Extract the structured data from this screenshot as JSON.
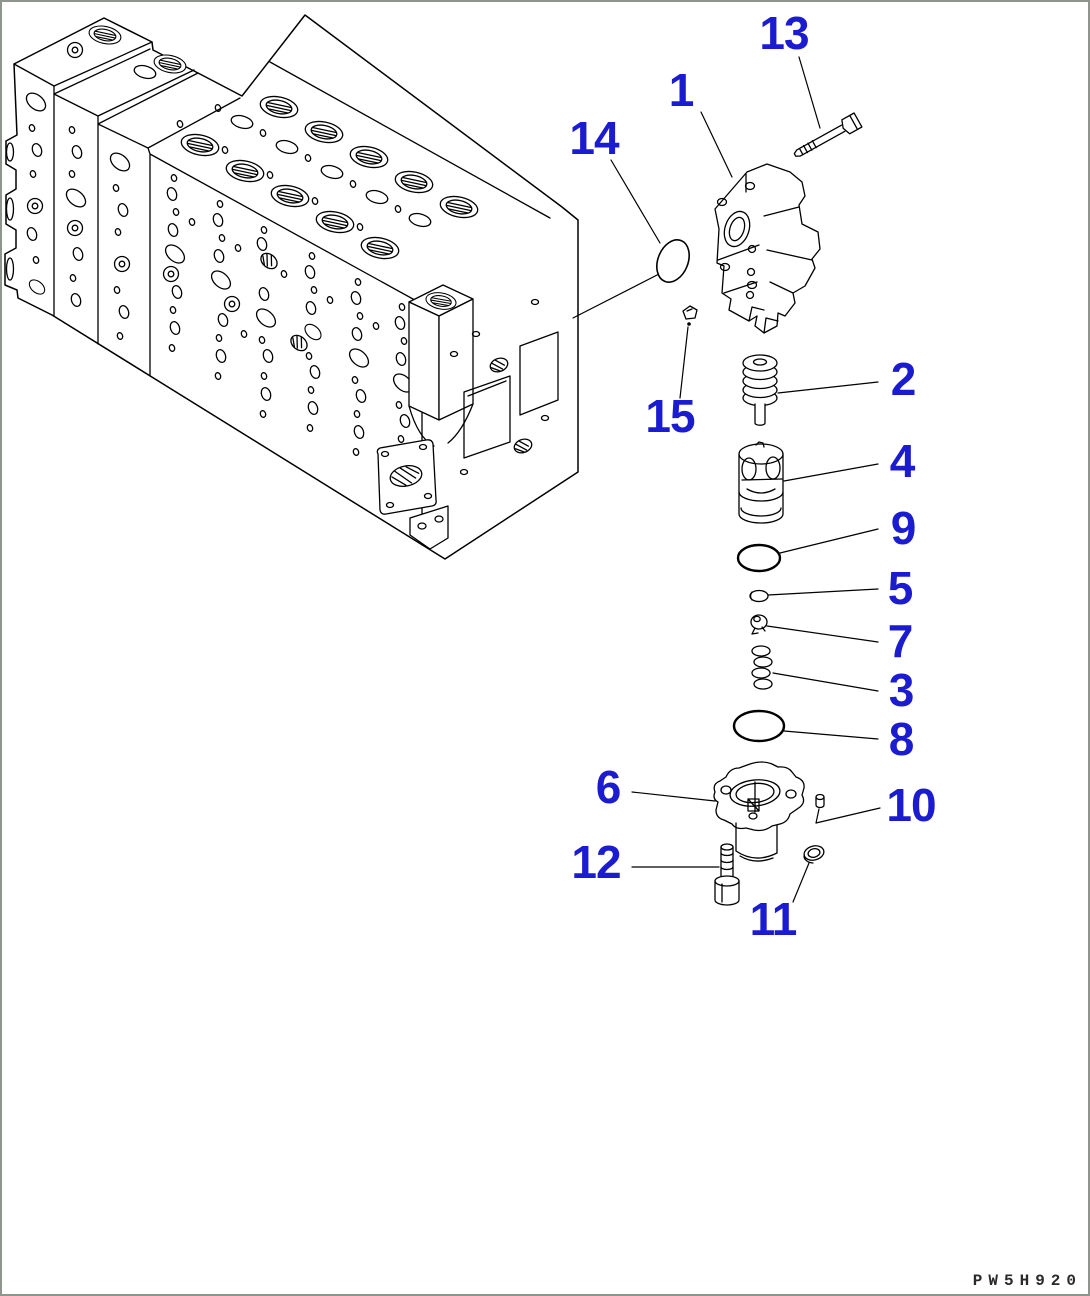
{
  "page": {
    "background": "#ffffff",
    "border_color": "#8f948f",
    "line_color": "#000000",
    "callout_color": "#1b1bd0",
    "drawing_code": "PW5H920",
    "callouts": [
      {
        "number": "1"
      },
      {
        "number": "2"
      },
      {
        "number": "3"
      },
      {
        "number": "4"
      },
      {
        "number": "5"
      },
      {
        "number": "6"
      },
      {
        "number": "7"
      },
      {
        "number": "8"
      },
      {
        "number": "9"
      },
      {
        "number": "10"
      },
      {
        "number": "11"
      },
      {
        "number": "12"
      },
      {
        "number": "13"
      },
      {
        "number": "14"
      },
      {
        "number": "15"
      }
    ]
  }
}
